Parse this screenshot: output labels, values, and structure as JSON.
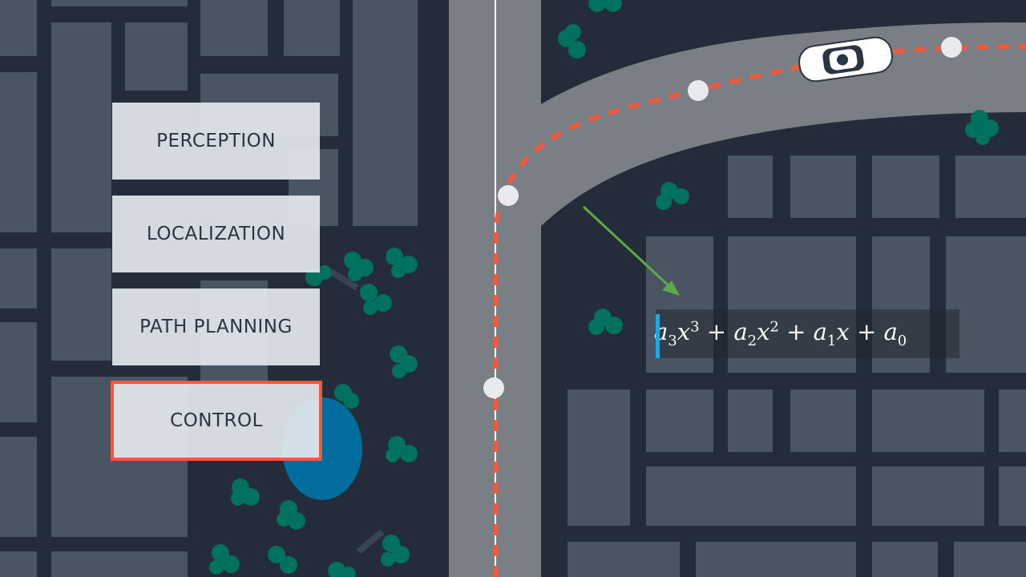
{
  "stages": [
    {
      "label": "PERCEPTION",
      "active": false
    },
    {
      "label": "LOCALIZATION",
      "active": false
    },
    {
      "label": "PATH PLANNING",
      "active": false
    },
    {
      "label": "CONTROL",
      "active": true
    }
  ],
  "formula": {
    "terms": [
      {
        "coef": "a",
        "sub": "3",
        "var": "x",
        "pow": "3",
        "op": "+"
      },
      {
        "coef": "a",
        "sub": "2",
        "var": "x",
        "pow": "2",
        "op": "+"
      },
      {
        "coef": "a",
        "sub": "1",
        "var": "x",
        "pow": "",
        "op": "+"
      },
      {
        "coef": "a",
        "sub": "0",
        "var": "",
        "pow": "",
        "op": ""
      }
    ]
  },
  "colors": {
    "background": "#232c38",
    "block": "#4a5563",
    "road": "#7a7f86",
    "tree": "#00705f",
    "pond": "#006d9c",
    "path": "#f05a3c",
    "waypoint": "#e8eaed",
    "arrow": "#5ea84a",
    "highlight": "#f05a3c",
    "formula_bar": "#1da8e0"
  },
  "icons": [
    "car-icon",
    "tree-icon",
    "waypoint-icon",
    "arrow-icon"
  ]
}
